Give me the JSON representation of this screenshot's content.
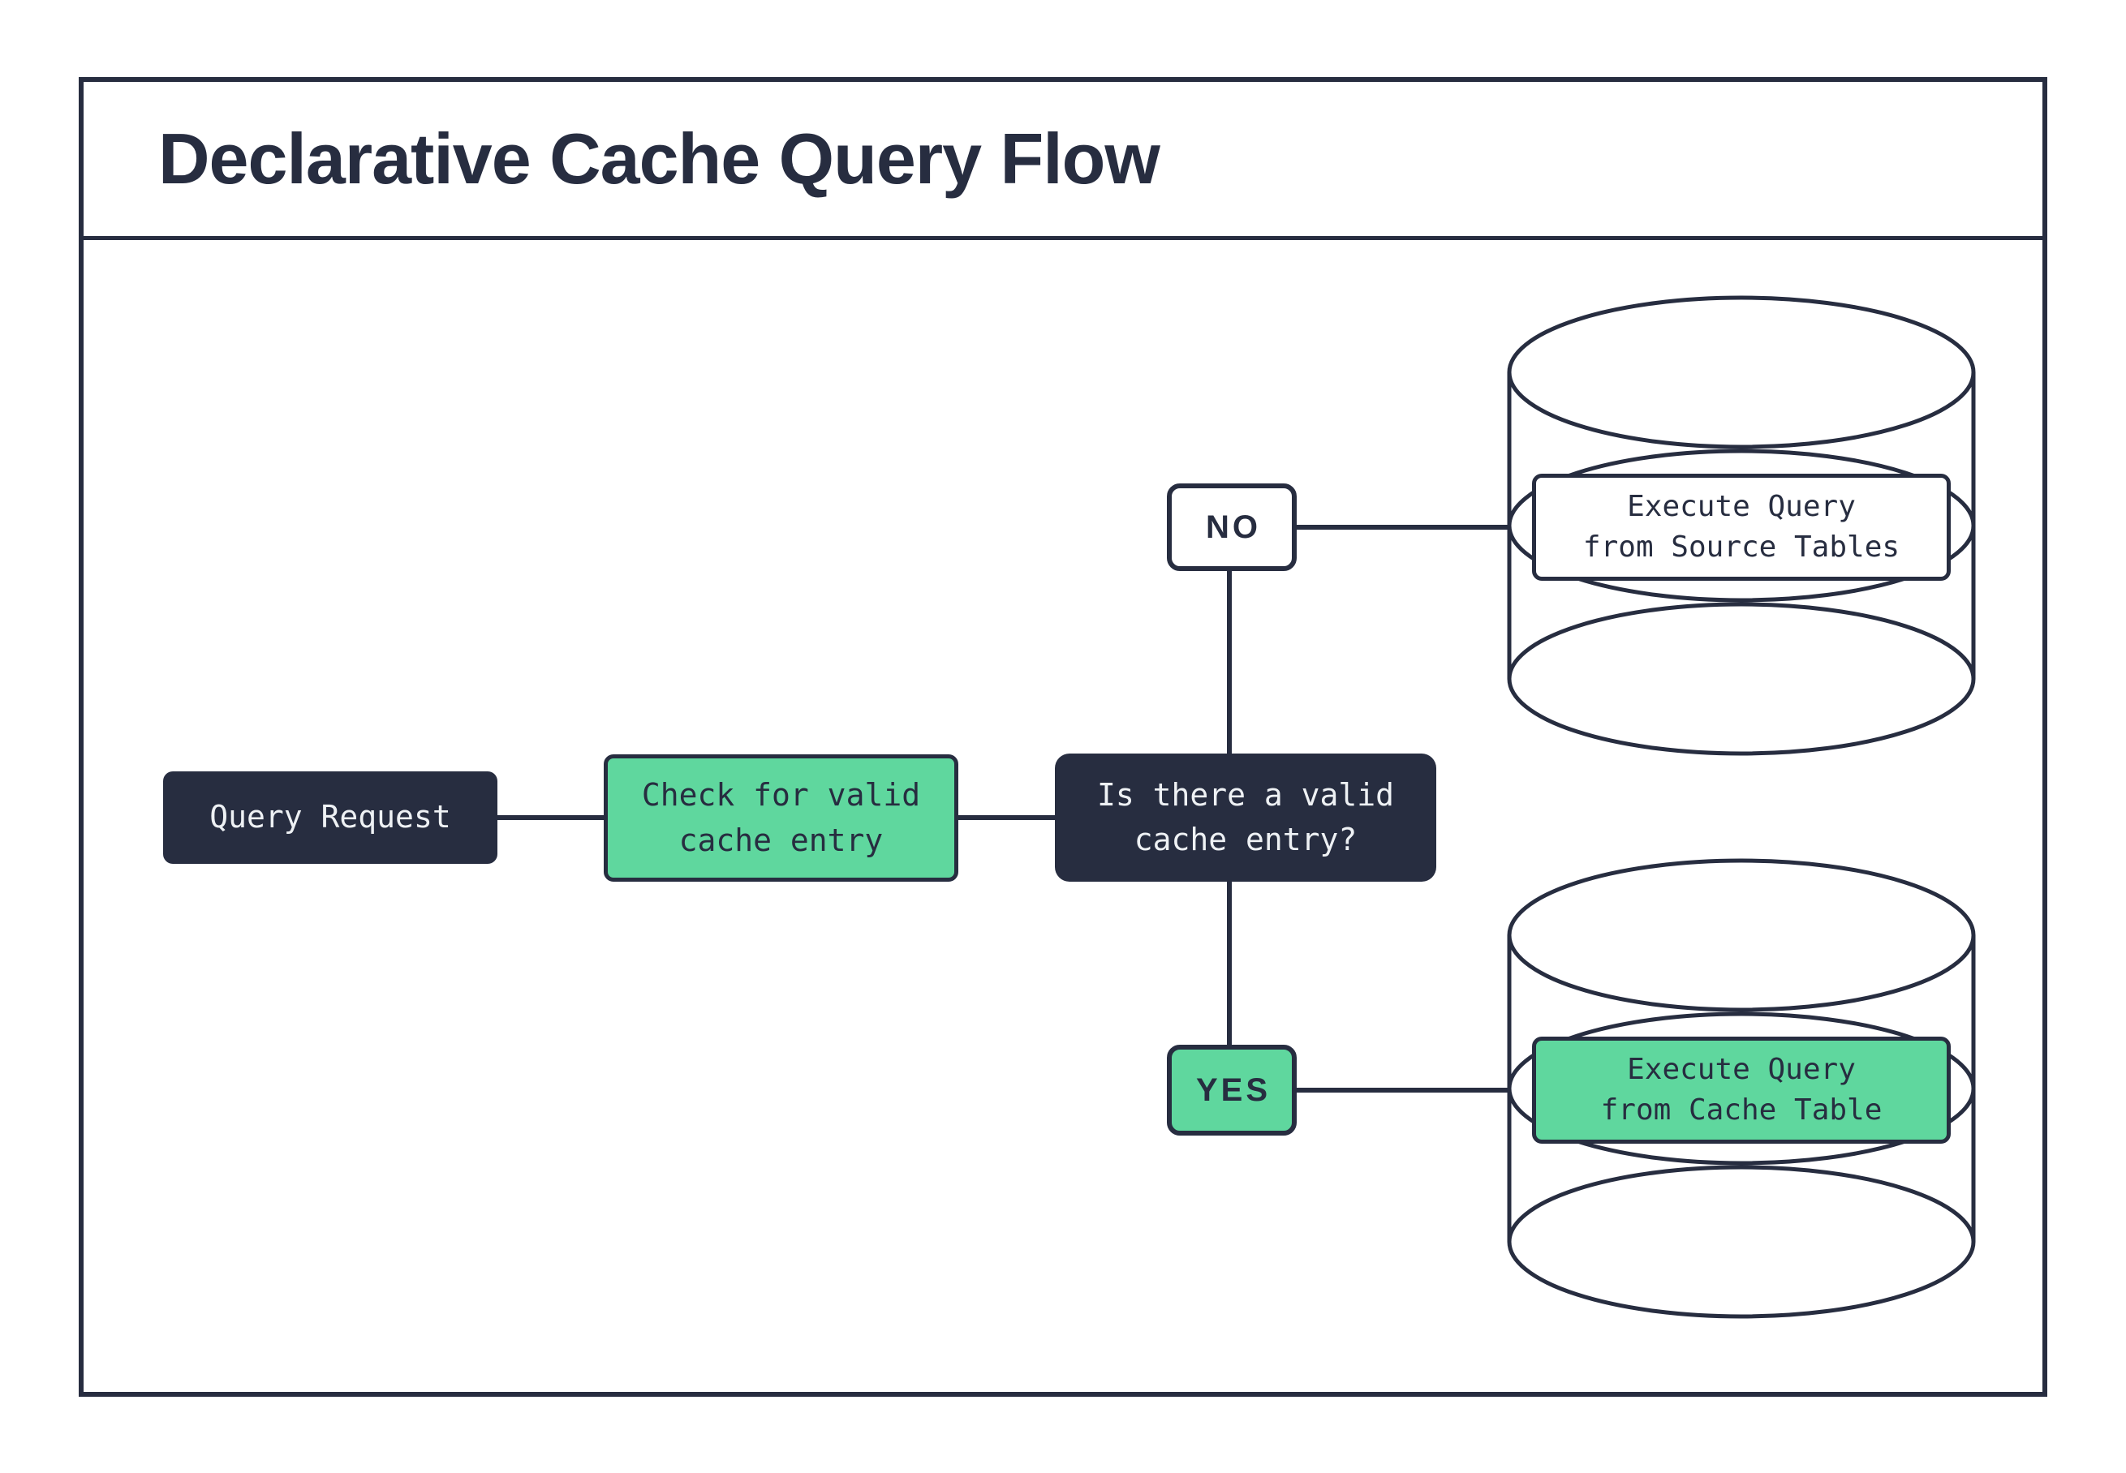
{
  "title": "Declarative Cache Query Flow",
  "palette": {
    "ink": "#272d40",
    "green": "#5fd79e",
    "paper": "#ffffff",
    "light_text": "#eef1f4"
  },
  "flow": {
    "query_request": {
      "label": "Query Request"
    },
    "check_cache": {
      "line1": "Check for valid",
      "line2": "cache entry"
    },
    "decision": {
      "line1": "Is there a valid",
      "line2": "cache entry?"
    },
    "branch_no": {
      "label": "NO"
    },
    "branch_yes": {
      "label": "YES"
    },
    "source_db": {
      "line1": "Execute Query",
      "line2": "from Source Tables"
    },
    "cache_db": {
      "line1": "Execute Query",
      "line2": "from Cache Table"
    }
  }
}
